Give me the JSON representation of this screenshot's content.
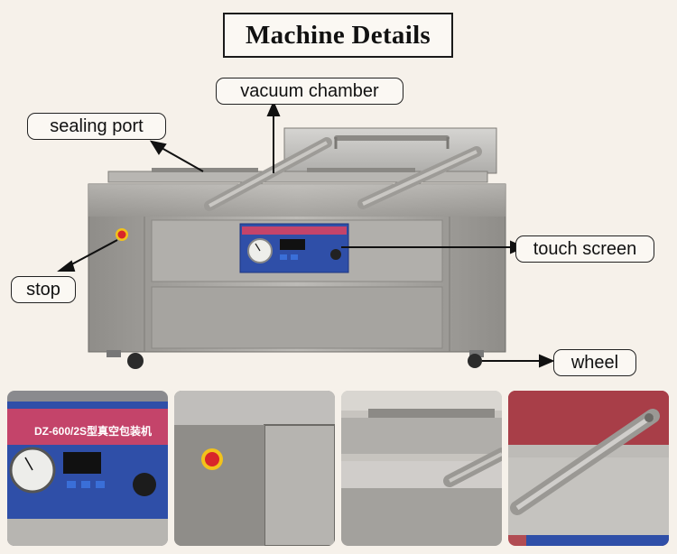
{
  "title": "Machine Details",
  "callouts": {
    "vacuum_chamber": "vacuum chamber",
    "sealing_port": "sealing port",
    "touch_screen": "touch screen",
    "stop": "stop",
    "wheel": "wheel"
  },
  "panel": {
    "label": "DZ-600/2S型真空包装机"
  },
  "thumbnails": [
    "control-panel-closeup",
    "stop-button-closeup",
    "sealing-bar-closeup",
    "lid-arm-closeup"
  ],
  "colors": {
    "background": "#f6f1ea",
    "steel": "#a9a7a3",
    "panel_blue": "#2f4fa8",
    "panel_pink": "#c4446a",
    "stop_red": "#d8262a",
    "stop_yellow": "#f2c21b"
  }
}
